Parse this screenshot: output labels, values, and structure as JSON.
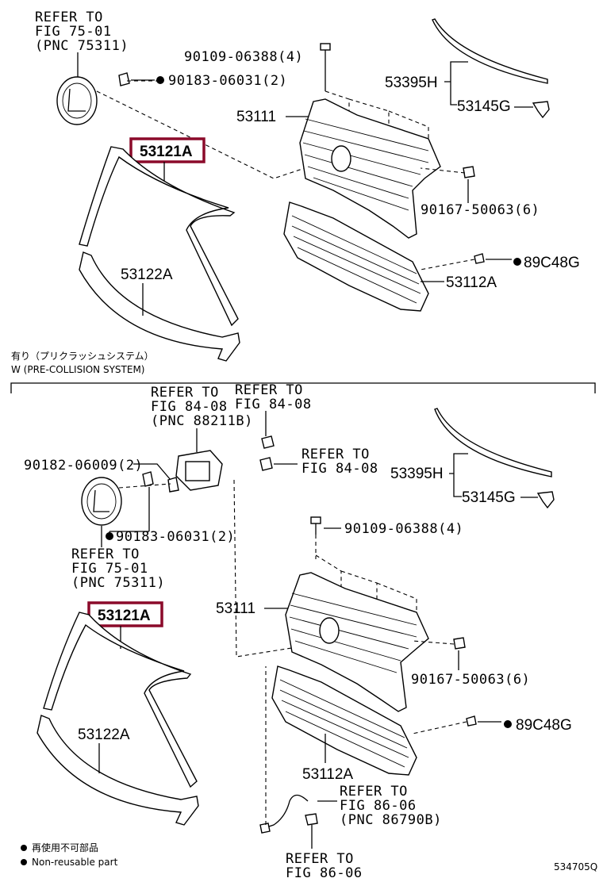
{
  "upper": {
    "emblem_ref": [
      "REFER TO",
      "FIG 75-01",
      "(PNC 75311)"
    ],
    "bolt_label": "90109-06388(4)",
    "clip_label": "90183-06031(2)",
    "grille_label": "53111",
    "molding_label": "53395H",
    "clip2_label": "53145G",
    "highlight_label": "53121A",
    "nut_label": "90167-50063(6)",
    "clip3_label": "89C48G",
    "lower_label": "53122A",
    "lower_grille_label": "53112A",
    "caption_jp": "有り（プリクラッシュシステム）",
    "caption_en": "W (PRE-COLLISION SYSTEM)"
  },
  "lower": {
    "sensor_ref1": [
      "REFER TO",
      "FIG 84-08",
      "(PNC 88211B)"
    ],
    "sensor_ref2": [
      "REFER TO",
      "FIG 84-08"
    ],
    "sensor_ref3": [
      "REFER TO",
      "FIG 84-08"
    ],
    "screw_label": "90182-06009(2)",
    "clip_label": "90183-06031(2)",
    "emblem_ref": [
      "REFER TO",
      "FIG 75-01",
      "(PNC 75311)"
    ],
    "molding_label": "53395H",
    "clip2_label": "53145G",
    "bolt_label": "90109-06388(4)",
    "highlight_label": "53121A",
    "grille_label": "53111",
    "nut_label": "90167-50063(6)",
    "clip3_label": "89C48G",
    "lower_label": "53122A",
    "lower_grille_label": "53112A",
    "harness_ref": [
      "REFER TO",
      "FIG 86-06",
      "(PNC 86790B)"
    ],
    "bottom_ref": [
      "REFER TO",
      "FIG 86-06"
    ]
  },
  "legend": {
    "jp": "再使用不可部品",
    "en": "Non-reusable part"
  },
  "figure_id": "534705Q"
}
